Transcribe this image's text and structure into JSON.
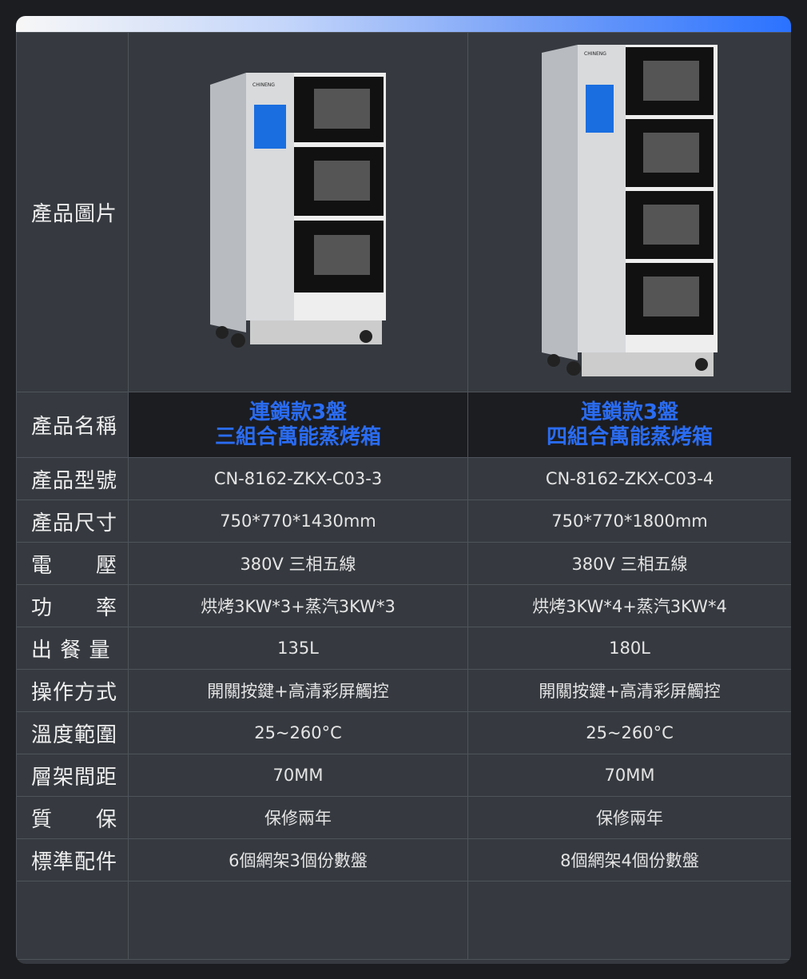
{
  "labels": {
    "image": "產品圖片",
    "name": "產品名稱",
    "model": "產品型號",
    "size": "產品尺寸",
    "voltage": "電　　壓",
    "power": "功　　率",
    "capacity": "出 餐 量",
    "operation": "操作方式",
    "temp": "溫度範圍",
    "spacing": "層架間距",
    "warranty": "質　　保",
    "accessories": "標準配件"
  },
  "products": [
    {
      "name1": "連鎖款3盤",
      "name2": "三組合萬能蒸烤箱",
      "model": "CN-8162-ZKX-C03-3",
      "size": "750*770*1430mm",
      "voltage": "380V 三相五線",
      "power": "烘烤3KW*3+蒸汽3KW*3",
      "capacity": "135L",
      "operation": "開關按鍵+高清彩屏觸控",
      "temp": "25~260°C",
      "spacing": "70MM",
      "warranty": "保修兩年",
      "accessories": "6個網架3個份數盤",
      "brand": "CHINENG"
    },
    {
      "name1": "連鎖款3盤",
      "name2": "四組合萬能蒸烤箱",
      "model": "CN-8162-ZKX-C03-4",
      "size": "750*770*1800mm",
      "voltage": "380V 三相五線",
      "power": "烘烤3KW*4+蒸汽3KW*4",
      "capacity": "180L",
      "operation": "開關按鍵+高清彩屏觸控",
      "temp": "25~260°C",
      "spacing": "70MM",
      "warranty": "保修兩年",
      "accessories": "8個網架4個份數盤",
      "brand": "CHINENG"
    }
  ],
  "colors": {
    "accent": "#2a6cf2"
  }
}
